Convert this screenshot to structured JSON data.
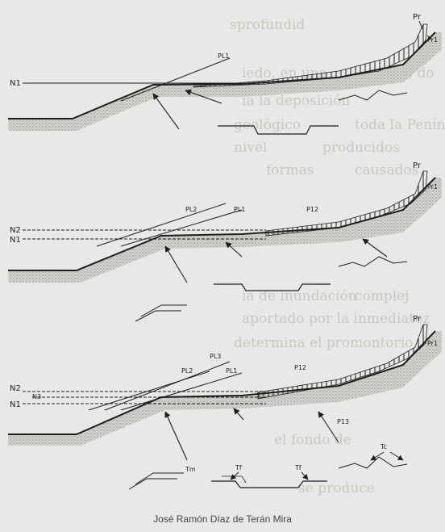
{
  "diagram": {
    "panel1": {
      "labels": {
        "pr": "Pr",
        "pr1": "Pr1",
        "pl1": "PL1",
        "n1": "N1"
      }
    },
    "panel2": {
      "labels": {
        "pr": "Pr",
        "pr1": "Pr1",
        "pl2": "PL2",
        "pl1": "PL1",
        "p12": "P12",
        "n2": "N2",
        "n1": "N1"
      }
    },
    "panel3": {
      "labels": {
        "pr": "Pr",
        "pr1": "Pr1",
        "pl3": "PL3",
        "pl2": "PL2",
        "pl1": "PL1",
        "p12": "P12",
        "p13": "P13",
        "n2": "N2",
        "n3": "N3",
        "n1": "N1",
        "tm": "Tm",
        "tf_a": "Tf",
        "tf_b": "Tf",
        "tc": "Tc"
      }
    }
  },
  "background_text": [
    "sprofundid",
    "iedo, en una",
    "bajo, do",
    "ia la deposición",
    "geológico",
    "toda la Penín",
    "nivel",
    "producidos",
    "formas",
    "causados",
    "ia de inundación",
    "complej",
    "aportado por la inmediatez",
    "determina el promontorio",
    "el fondo de",
    "se produce"
  ],
  "credit": "José Ramón Díaz de Terán Mira",
  "colors": {
    "line": "#1e1e1e",
    "stipple": "#9a9893",
    "ghost": "#c9c7c4"
  }
}
